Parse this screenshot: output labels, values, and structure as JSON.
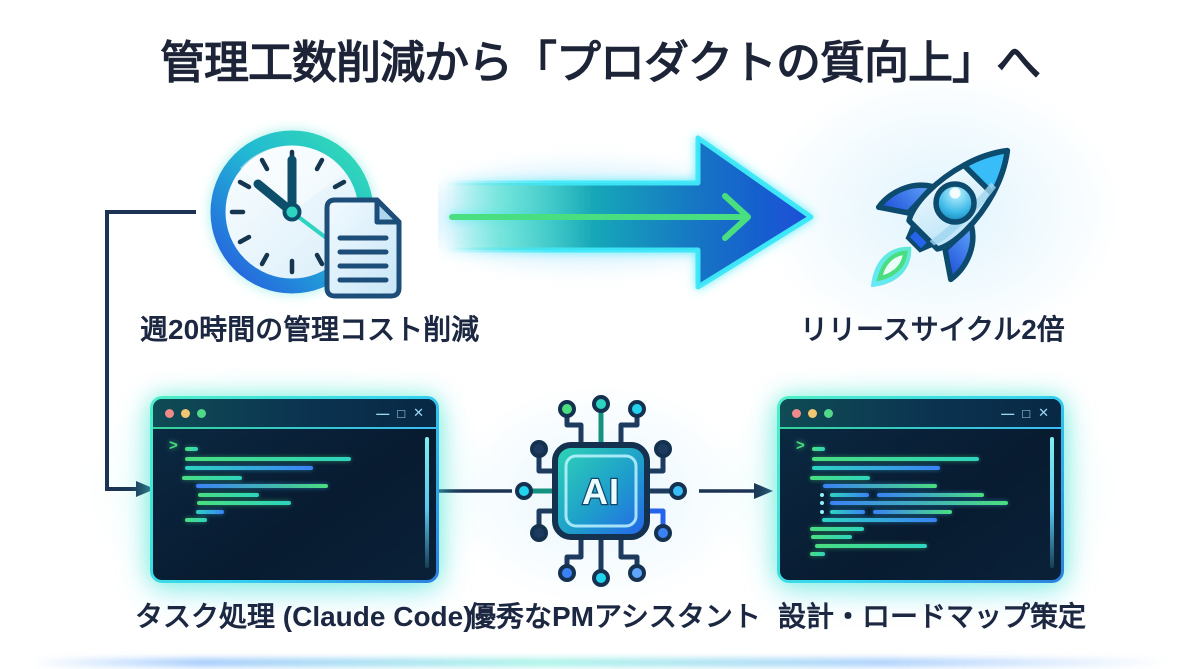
{
  "title": "管理工数削減から「プロダクトの質向上」へ",
  "top_flow": {
    "source": {
      "icon": "clock-document-icon",
      "label": "週20時間の管理コスト削減"
    },
    "arrow": {
      "icon": "neon-arrow-right-icon"
    },
    "result": {
      "icon": "rocket-icon",
      "label": "リリースサイクル2倍"
    }
  },
  "bottom_flow": {
    "left": {
      "icon": "terminal-window-icon",
      "label": "タスク処理 (Claude Code)"
    },
    "center": {
      "icon": "ai-chip-icon",
      "chip_text": "AI",
      "label": "優秀なPMアシスタント"
    },
    "right": {
      "icon": "terminal-window-icon",
      "label": "設計・ロードマップ策定"
    }
  },
  "window_icons": {
    "minimize": "—",
    "maximize": "□",
    "close": "✕",
    "prompt": ">"
  },
  "colors": {
    "title_text": "#1d2438",
    "label_text": "#1c2742",
    "connector": "#1c3354",
    "accent_green": "#4ade80",
    "accent_teal": "#2dd4bf",
    "accent_cyan": "#3ee8f8",
    "accent_blue": "#2563eb",
    "terminal_bg": "#081b30",
    "traffic_red": "#ef8a8a",
    "traffic_yellow": "#f3c671",
    "traffic_green": "#52d88a"
  },
  "illustration": {
    "terminal_left_lines": [
      {
        "ml": 16,
        "w": 166,
        "c": "g"
      },
      {
        "ml": 16,
        "w": 128,
        "c": "b"
      },
      {
        "ml": 13,
        "w": 60,
        "c": "g",
        "gap": true
      },
      {
        "ml": 27,
        "w": 132,
        "c": "m"
      },
      {
        "ml": 29,
        "w": 61,
        "c": "g"
      },
      {
        "ml": 28,
        "w": 94,
        "c": "g"
      },
      {
        "ml": 27,
        "w": 28,
        "c": "b"
      },
      {
        "ml": 16,
        "w": 22,
        "c": "g"
      }
    ],
    "terminal_right_lines": [
      {
        "ml": 16,
        "w": 167,
        "c": "g"
      },
      {
        "ml": 16,
        "w": 128,
        "c": "b"
      },
      {
        "ml": 14,
        "w": 60,
        "c": "g",
        "gap": true
      },
      {
        "ml": 27,
        "w": 114,
        "c": "m"
      },
      {
        "ml": 24,
        "w": 39,
        "c": "b",
        "bullet": true,
        "seg2": 107
      },
      {
        "ml": 24,
        "w": 178,
        "c": "m",
        "bullet": true
      },
      {
        "ml": 24,
        "w": 35,
        "c": "b",
        "bullet": true,
        "seg2": 79
      },
      {
        "ml": 26,
        "w": 115,
        "c": "b"
      },
      {
        "ml": 14,
        "w": 54,
        "c": "g"
      },
      {
        "ml": 15,
        "w": 41,
        "c": "g"
      },
      {
        "ml": 19,
        "w": 112,
        "c": "g"
      },
      {
        "ml": 14,
        "w": 15,
        "c": "g"
      }
    ]
  }
}
